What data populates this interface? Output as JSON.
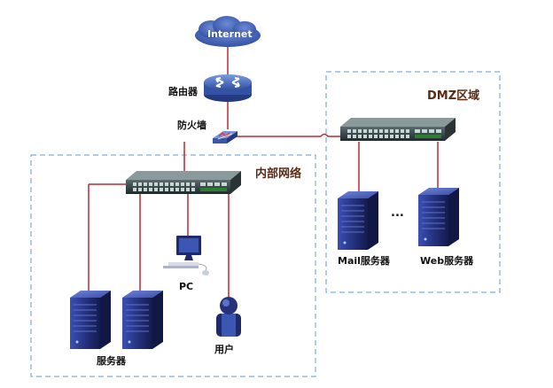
{
  "internet": {
    "label": "Internet"
  },
  "router": {
    "label": "路由器"
  },
  "firewall": {
    "label": "防火墙"
  },
  "dmz": {
    "title": "DMZ区域",
    "mail_label": "Mail服务器",
    "web_label": "Web服务器",
    "ellipsis": "..."
  },
  "internal": {
    "title": "内部网络",
    "pc_label": "PC",
    "server_label": "服务器",
    "user_label": "用户"
  },
  "colors": {
    "link": "#c0282d",
    "zone_border": "#5b9bd5",
    "device_dark": "#1f2a6b",
    "device_light": "#3a4fb8",
    "cloud": "#3555a8"
  }
}
